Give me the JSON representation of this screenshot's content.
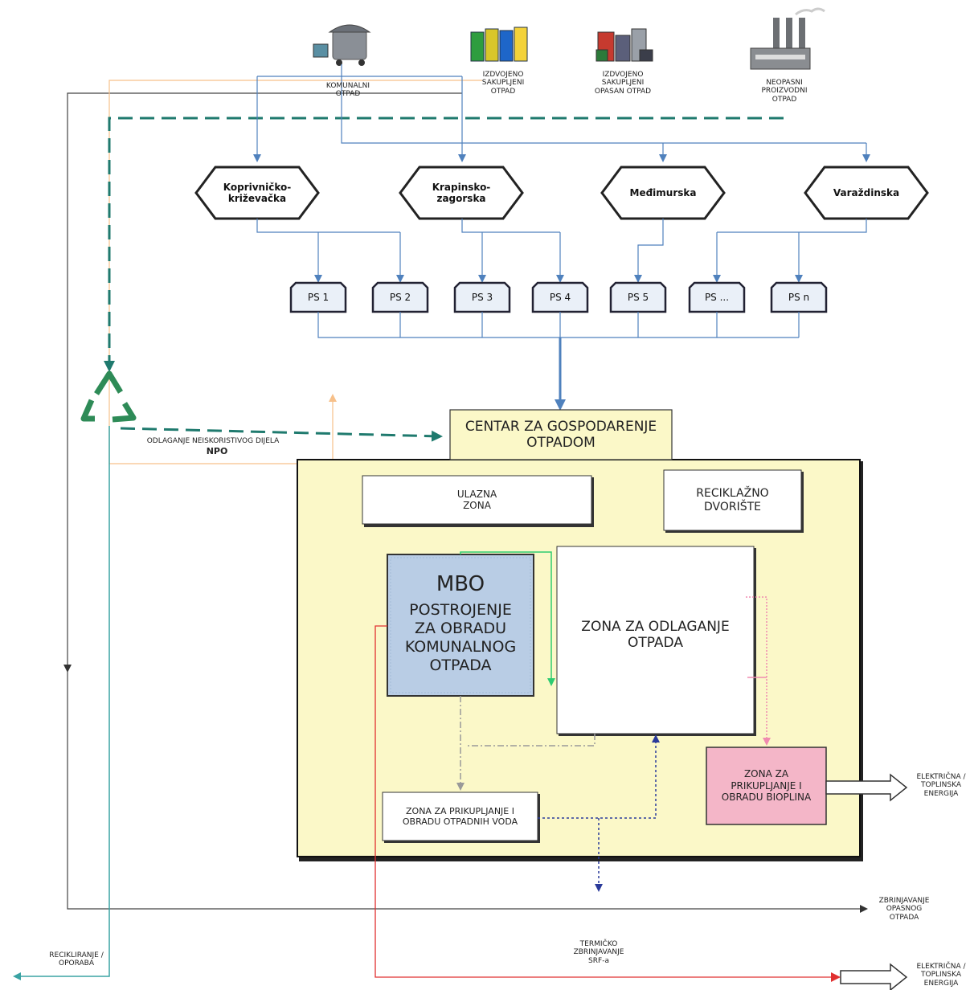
{
  "sources": [
    {
      "label": "KOMUNALNI\nOTPAD",
      "icon": "waste-bin-icon"
    },
    {
      "label": "IZDVOJENO\nSAKUPLJENI\nOTPAD",
      "icon": "recycling-bins-icon"
    },
    {
      "label": "IZDVOJENO\nSAKUPLJENI\nOPASAN OTPAD",
      "icon": "hazardous-waste-icon"
    },
    {
      "label": "NEOPASNI\nPROIZVODNI\nOTPAD",
      "icon": "factory-icon"
    }
  ],
  "counties": [
    "Koprivničko-\nkriževačka",
    "Krapinsko-\nzagorska",
    "Međimurska",
    "Varaždinska"
  ],
  "stations": [
    "PS 1",
    "PS 2",
    "PS 3",
    "PS 4",
    "PS 5",
    "PS ...",
    "PS n"
  ],
  "center": {
    "title": "CENTAR ZA GOSPODARENJE\nOTPADOM"
  },
  "zones": {
    "ulazna": "ULAZNA\nZONA",
    "reciklazno": "RECIKLAŽNO\nDVORIŠTE",
    "mbo_title": "MBO",
    "mbo_body": "POSTROJENJE\nZA OBRADU\nKOMUNALNOG\nOTPADA",
    "odlaganje": "ZONA ZA ODLAGANJE\nOTPADA",
    "otpadne_vode": "ZONA ZA PRIKUPLJANJE I\nOBRADU OTPADNIH VODA",
    "bioplin": "ZONA ZA\nPRIKUPLJANJE I\nOBRADU BIOPLINA"
  },
  "labels": {
    "odlaganje_npo": "ODLAGANJE NEISKORISTIVOG DIJELA",
    "npo": "NPO",
    "recikliranje": "RECIKLIRANJE /\nOPORABA",
    "zbrinjavanje_opasnog": "ZBRINJAVANJE\nOPASNOG\nOTPADA",
    "termicko": "TERMIČKO\nZBRINJAVANJE\nSRF-a",
    "energija_1": "ELEKTRIČNA /\nTOPLINSKA\nENERGIJA",
    "energija_2": "ELEKTRIČNA /\nTOPLINSKA\nENERGIJA"
  },
  "colors": {
    "blue_line": "#4f81bd",
    "teal_dashed": "#1f7a6e",
    "orange_line": "#f7c08a",
    "red_line": "#e03030",
    "main_area": "#fbf8c8",
    "mbo_fill": "#b9cde5",
    "bioplin_fill": "#f4b6c8",
    "hex_fill": "#ffffff",
    "ps_fill": "#eaf0f8"
  }
}
